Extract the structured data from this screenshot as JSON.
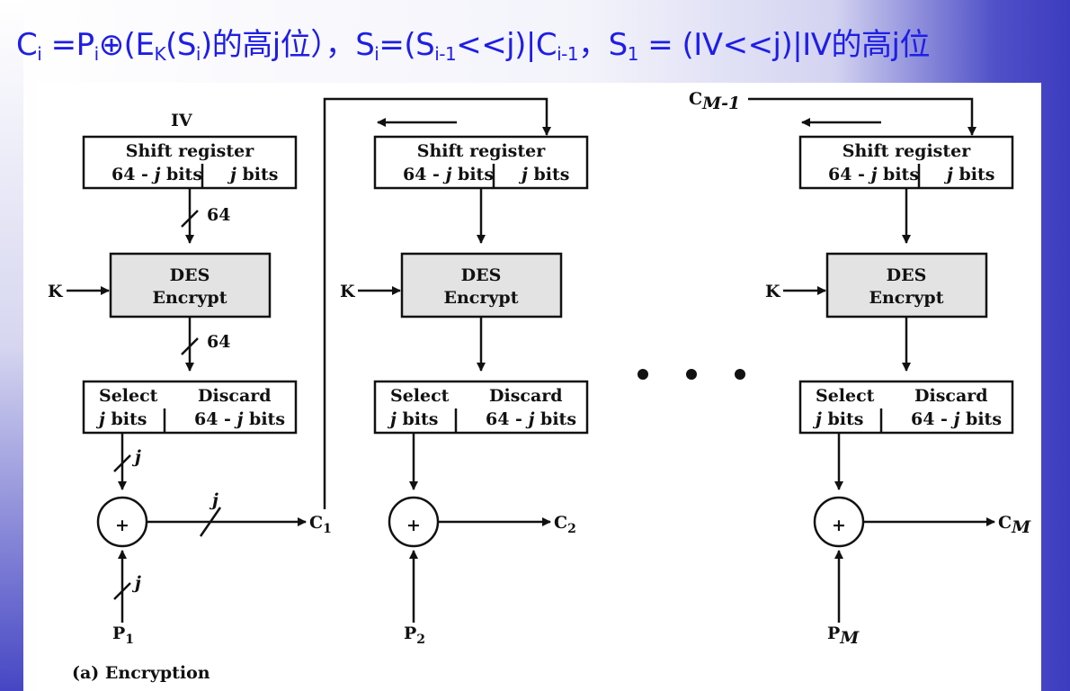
{
  "header": {
    "formula": {
      "c": "C",
      "c_sub": "i",
      "eq1": " =P",
      "p_sub": "i",
      "xor": "⊕(E",
      "k_sub": "K",
      "s_open": "(S",
      "s_sub": "i",
      "tail1": ")的高j位）",
      "sep1": "，",
      "s2": "S",
      "s2_sub": "i",
      "eq2": "=(S",
      "s3_sub": "i-1",
      "shift": "<<j)|C",
      "c2_sub": "i-1",
      "sep2": "，",
      "s4": "S",
      "s4_sub": "1",
      "eq3": " = (IV<<j)|IV的高j位"
    }
  },
  "diagram": {
    "caption": "(a) Encryption",
    "iv_label": "IV",
    "shift_register_title": "Shift register",
    "shift_left": "64 - ",
    "shift_left_j": "j",
    "shift_left_bits": " bits",
    "shift_right_j": "j",
    "shift_right_bits": " bits",
    "des_title": "DES",
    "des_sub": "Encrypt",
    "select_title": "Select",
    "select_j": "j",
    "select_bits": " bits",
    "discard_title": "Discard",
    "discard_left": "64 - ",
    "discard_j": "j",
    "discard_bits": " bits",
    "key_label": "K",
    "width_64": "64",
    "width_j": "j",
    "xor_symbol": "+",
    "ellipsis": "• • •",
    "stages": [
      {
        "c": "C",
        "c_sub": "1",
        "p": "P",
        "p_sub": "1"
      },
      {
        "c": "C",
        "c_sub": "2",
        "p": "P",
        "p_sub": "2"
      },
      {
        "c": "C",
        "c_sub": "M",
        "p": "P",
        "p_sub": "M"
      }
    ],
    "feedback_label": "C",
    "feedback_sub": "M-1"
  }
}
